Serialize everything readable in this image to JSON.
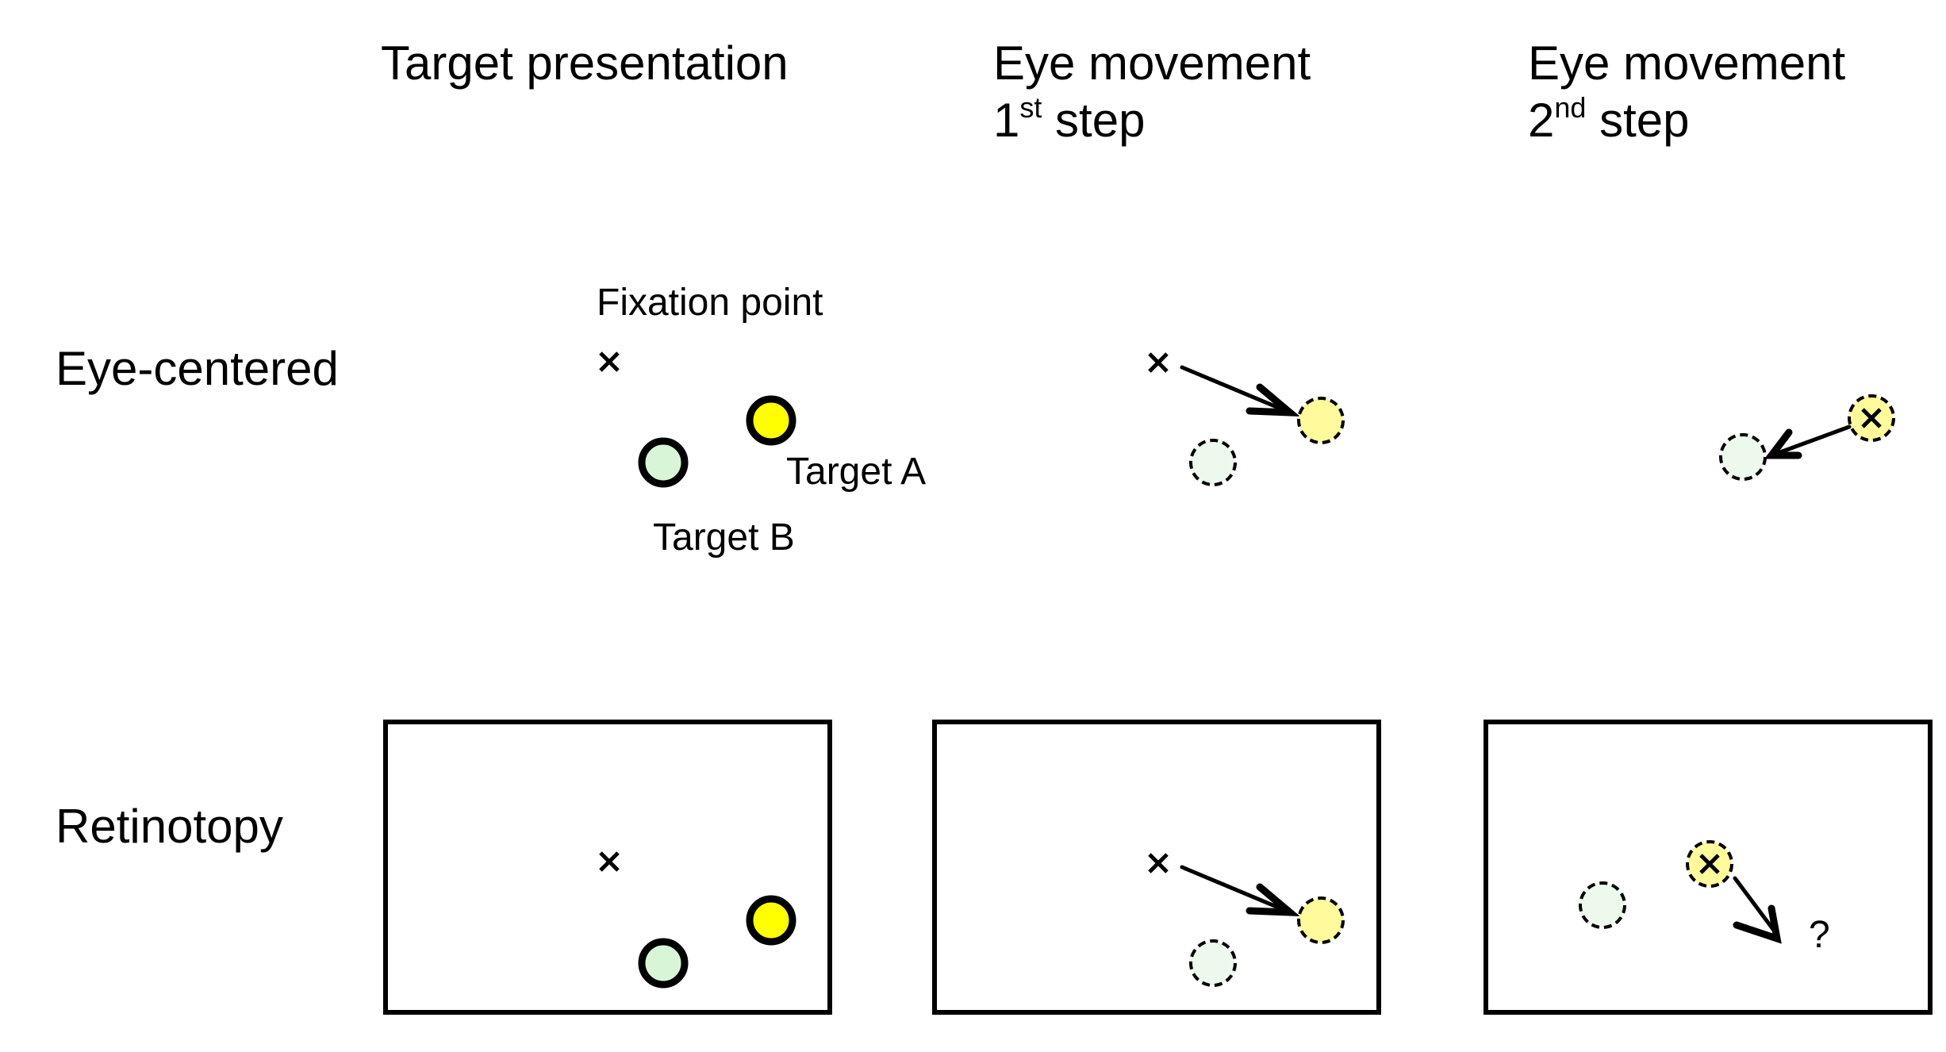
{
  "columns": [
    {
      "title_line1": "Target presentation",
      "title_line2": null,
      "sup": null,
      "ordinal": null,
      "step": null
    },
    {
      "title_line1": "Eye movement",
      "ordinal": "1",
      "sup": "st",
      "step": " step"
    },
    {
      "title_line1": "Eye movement",
      "ordinal": "2",
      "sup": "nd",
      "step": " step"
    }
  ],
  "rows": {
    "eye_centered": "Eye-centered",
    "retinotopy": "Retinotopy"
  },
  "labels": {
    "fixation_point": "Fixation point",
    "target_a": "Target A",
    "target_b": "Target B",
    "fixation_mark": "×",
    "unknown": "?"
  },
  "colors": {
    "target_a_solid": "#ffff00",
    "target_b_solid": "#d8f5d8",
    "target_a_faded": "#fffb9c",
    "target_b_faded": "#edf9ed",
    "stroke": "#000000"
  }
}
